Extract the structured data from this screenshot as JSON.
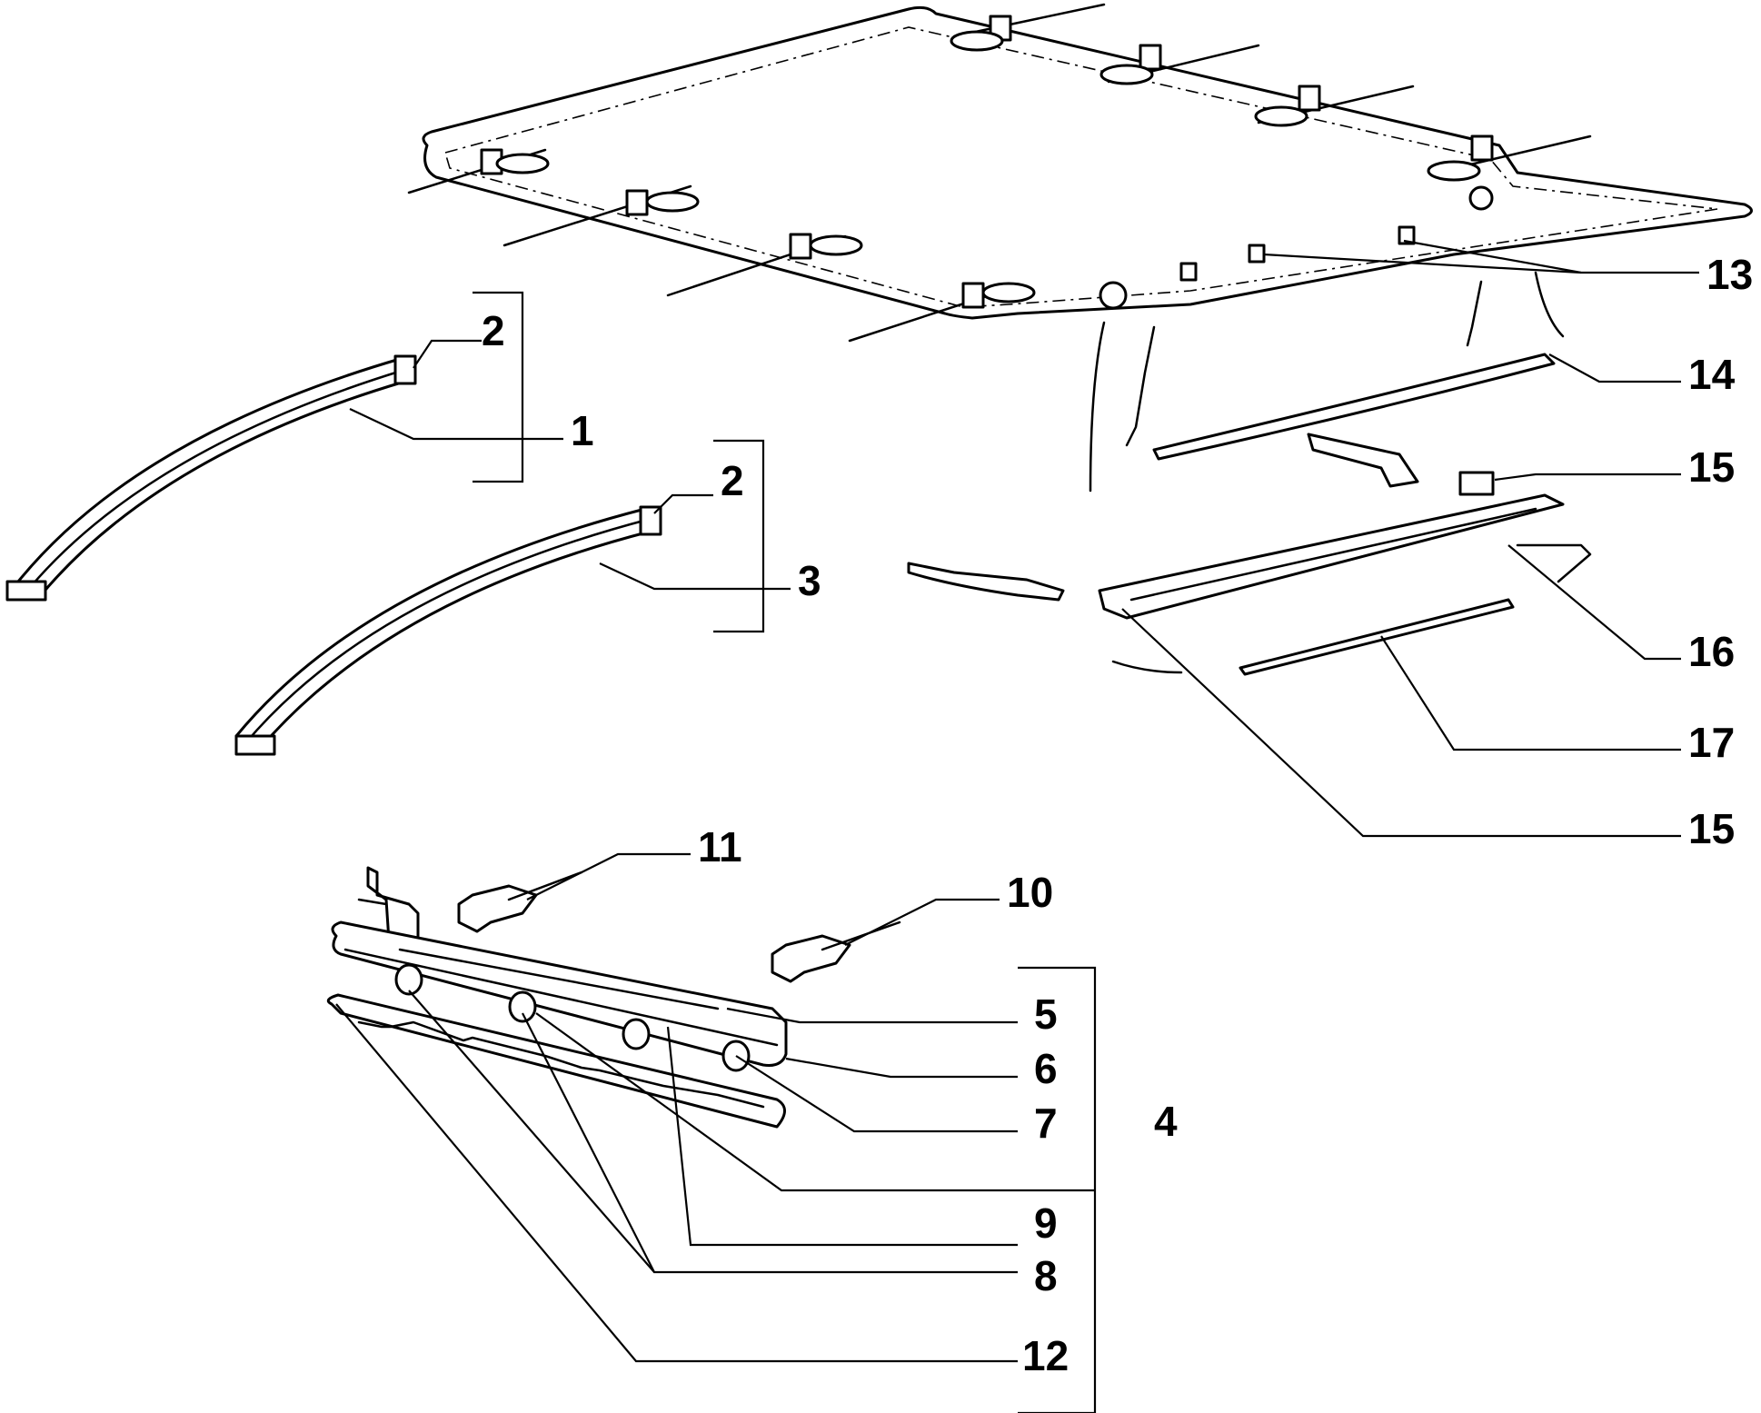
{
  "callouts": {
    "c1": "1",
    "c2a": "2",
    "c2b": "2",
    "c3": "3",
    "c4": "4",
    "c5": "5",
    "c6": "6",
    "c7": "7",
    "c8": "8",
    "c9": "9",
    "c10": "10",
    "c11": "11",
    "c12": "12",
    "c13": "13",
    "c14": "14",
    "c15a": "15",
    "c15b": "15",
    "c16": "16",
    "c17": "17"
  },
  "colors": {
    "line": "#000000",
    "background": "#ffffff"
  }
}
